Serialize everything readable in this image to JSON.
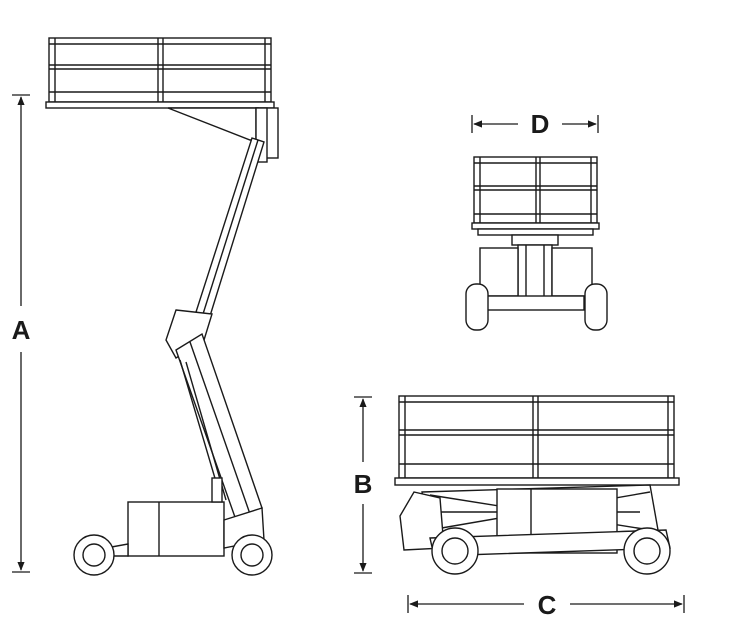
{
  "dimensions": {
    "A": "A",
    "B": "B",
    "C": "C",
    "D": "D"
  },
  "colors": {
    "line": "#1a1a1a",
    "background": "#ffffff"
  }
}
